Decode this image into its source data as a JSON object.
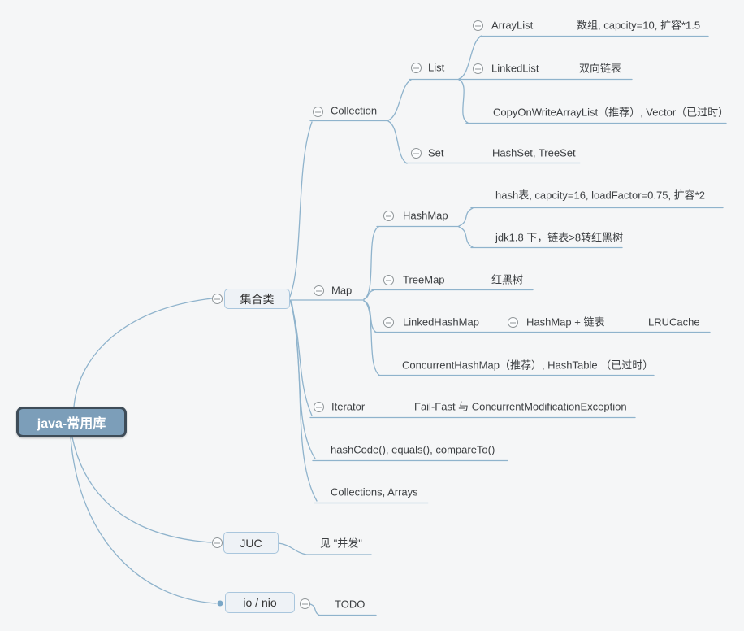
{
  "root": {
    "label": "java-常用库"
  },
  "branches": {
    "collections_group": {
      "label": "集合类",
      "collection": {
        "label": "Collection",
        "list": {
          "label": "List",
          "arraylist": {
            "label": "ArrayList",
            "note": "数组, capcity=10, 扩容*1.5"
          },
          "linkedlist": {
            "label": "LinkedList",
            "note": "双向链表"
          },
          "cow_vector": {
            "label": "CopyOnWriteArrayList（推荐）, Vector（已过时）"
          }
        },
        "set": {
          "label": "Set",
          "note": "HashSet, TreeSet"
        }
      },
      "map": {
        "label": "Map",
        "hashmap": {
          "label": "HashMap",
          "note_impl": "hash表, capcity=16, loadFactor=0.75, 扩容*2",
          "note_jdk18": "jdk1.8 下，链表>8转红黑树"
        },
        "treemap": {
          "label": "TreeMap",
          "note": "红黑树"
        },
        "linkedhashmap": {
          "label": "LinkedHashMap",
          "structure": {
            "label": "HashMap + 链表",
            "note": "LRUCache"
          }
        },
        "concurrent": {
          "label": "ConcurrentHashMap（推荐）, HashTable （已过时）"
        }
      },
      "iterator": {
        "label": "Iterator",
        "note": "Fail-Fast 与 ConcurrentModificationException"
      },
      "methods": {
        "label": "hashCode(), equals(), compareTo()"
      },
      "utils": {
        "label": "Collections, Arrays"
      }
    },
    "juc": {
      "label": "JUC",
      "note": "见 \"并发\""
    },
    "io_nio": {
      "label": "io / nio",
      "note": "TODO"
    }
  },
  "colors": {
    "line": "#8fb3cc",
    "root_fill": "#7c9eb9",
    "root_border": "#3e4c58",
    "box_fill": "#eef2f6",
    "box_border": "#a9c6dd",
    "background": "#f5f6f7"
  }
}
